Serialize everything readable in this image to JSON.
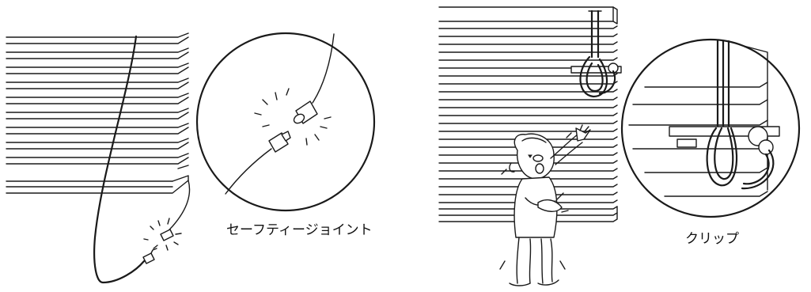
{
  "captions": {
    "safety_joint": "セーフティージョイント",
    "clip": "クリップ"
  },
  "illustrations": {
    "left": "blind-with-safety-joint",
    "right": "blind-with-clip"
  },
  "colors": {
    "line": "#1a1a1a",
    "background": "#ffffff"
  }
}
